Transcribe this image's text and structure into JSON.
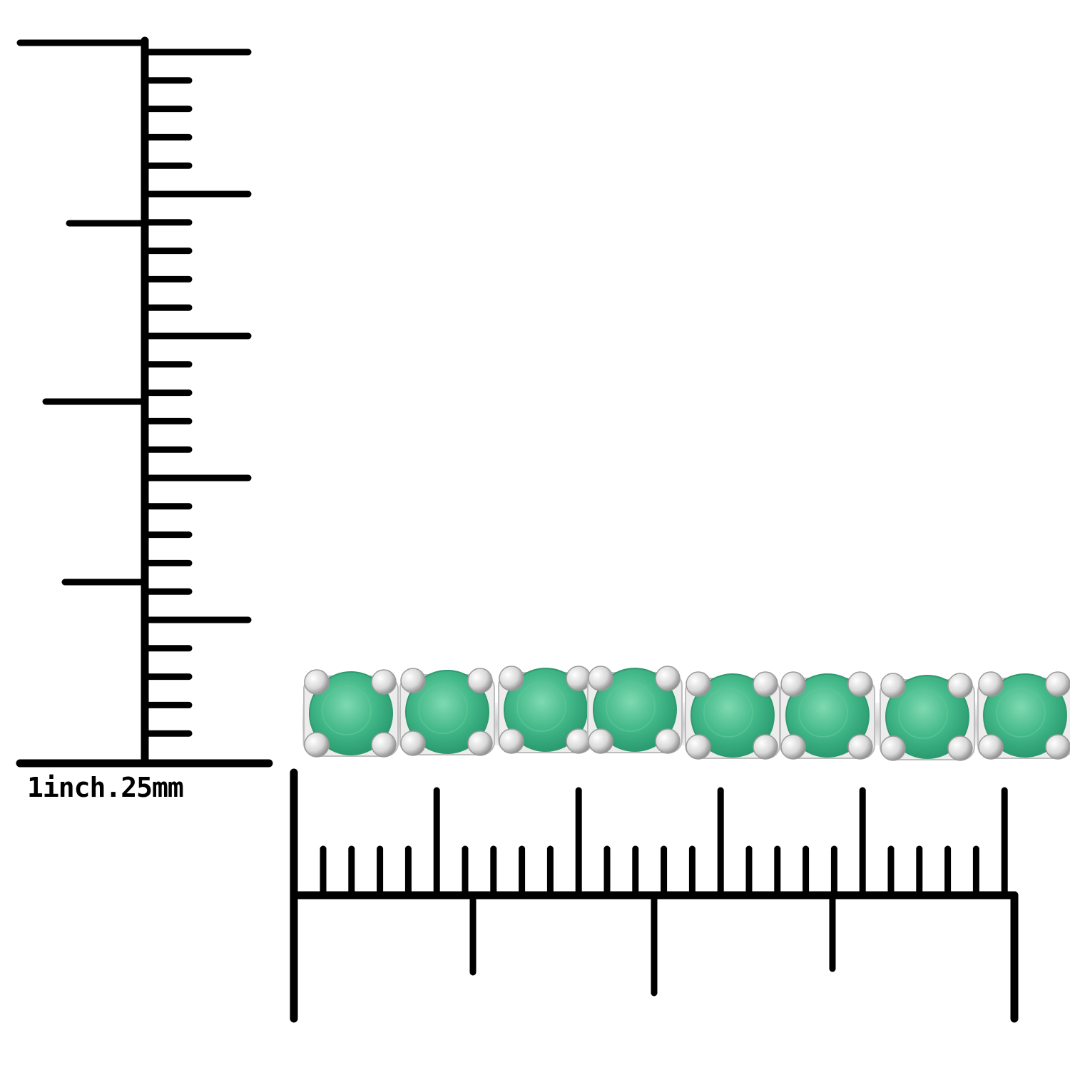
{
  "scale_label": "1inch.25mm",
  "colors": {
    "ruler": "#000000",
    "emerald": "#3fb88a",
    "emerald_light": "#6fd3a8",
    "metal": "#e6e6e6",
    "background": "#ffffff"
  },
  "bracelet": {
    "gemstone": "emerald",
    "metal": "silver",
    "visible_stones": 8
  }
}
